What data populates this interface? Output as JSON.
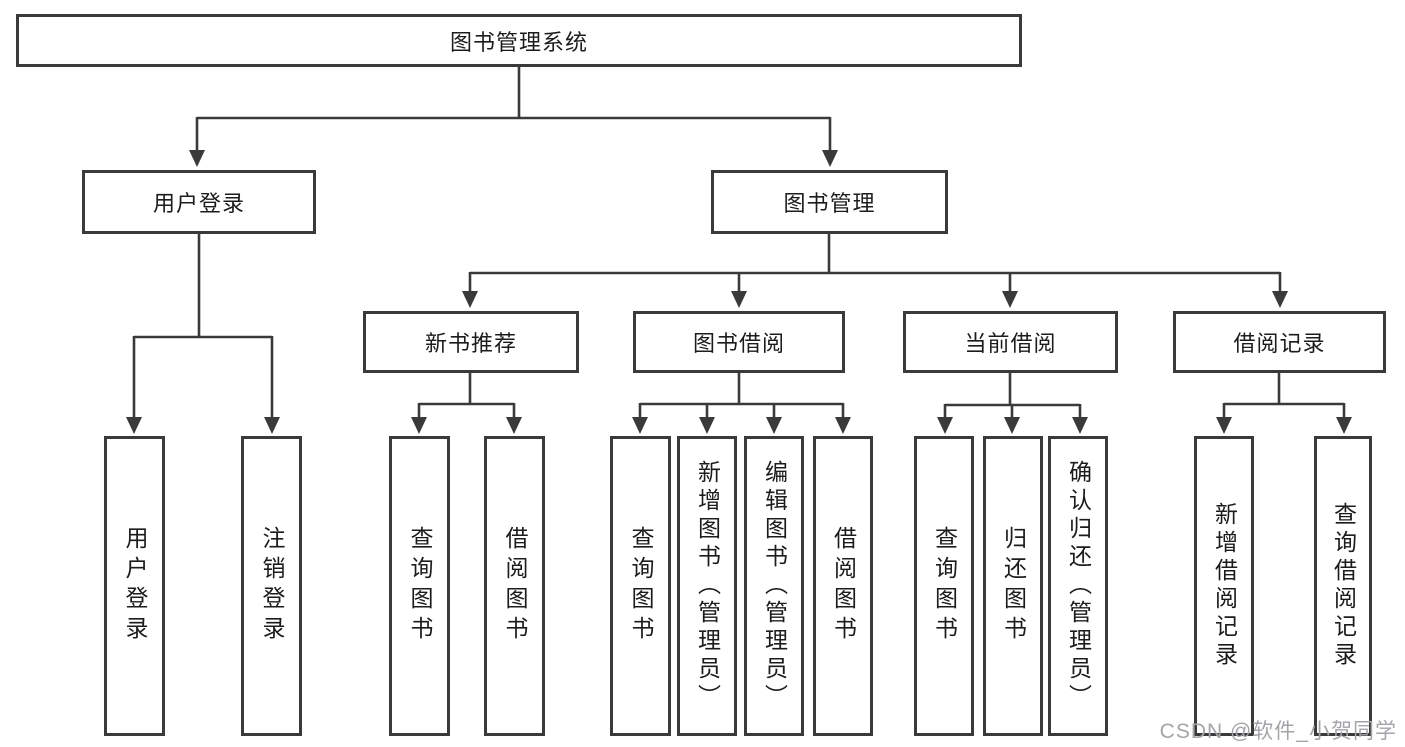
{
  "tree": {
    "root": "图书管理系统",
    "children": [
      {
        "label": "用户登录",
        "children": [
          "用户登录",
          "注销登录"
        ]
      },
      {
        "label": "图书管理",
        "children": [
          {
            "label": "新书推荐",
            "children": [
              "查询图书",
              "借阅图书"
            ]
          },
          {
            "label": "图书借阅",
            "children": [
              "查询图书",
              "新增图书（管理员）",
              "编辑图书（管理员）",
              "借阅图书"
            ]
          },
          {
            "label": "当前借阅",
            "children": [
              "查询图书",
              "归还图书",
              "确认归还（管理员）"
            ]
          },
          {
            "label": "借阅记录",
            "children": [
              "新增借阅记录",
              "查询借阅记录"
            ]
          }
        ]
      }
    ]
  },
  "watermark": "CSDN @软件_小贺同学",
  "colors": {
    "line": "#3a3a3a",
    "text": "#1c1c1e",
    "background": "#ffffff",
    "watermark": "#a4a4a9"
  }
}
